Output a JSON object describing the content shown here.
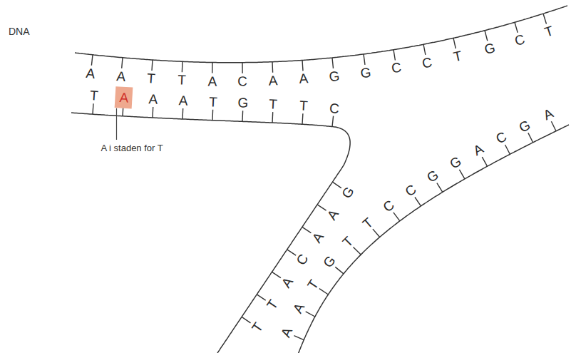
{
  "diagram": {
    "labels": [
      "DNA",
      "A",
      "A",
      "T",
      "T",
      "A",
      "C",
      "A",
      "A",
      "G",
      "G",
      "C",
      "C",
      "T",
      "G",
      "C",
      "T",
      "T",
      "A",
      "A",
      "A",
      "T",
      "G",
      "T",
      "T",
      "C",
      "G",
      "A",
      "A",
      "C",
      "A",
      "T",
      "T",
      "A",
      "A",
      "T",
      "G",
      "T",
      "T",
      "C",
      "C",
      "G",
      "G",
      "A",
      "C",
      "G",
      "A",
      "A i staden for T"
    ]
  }
}
